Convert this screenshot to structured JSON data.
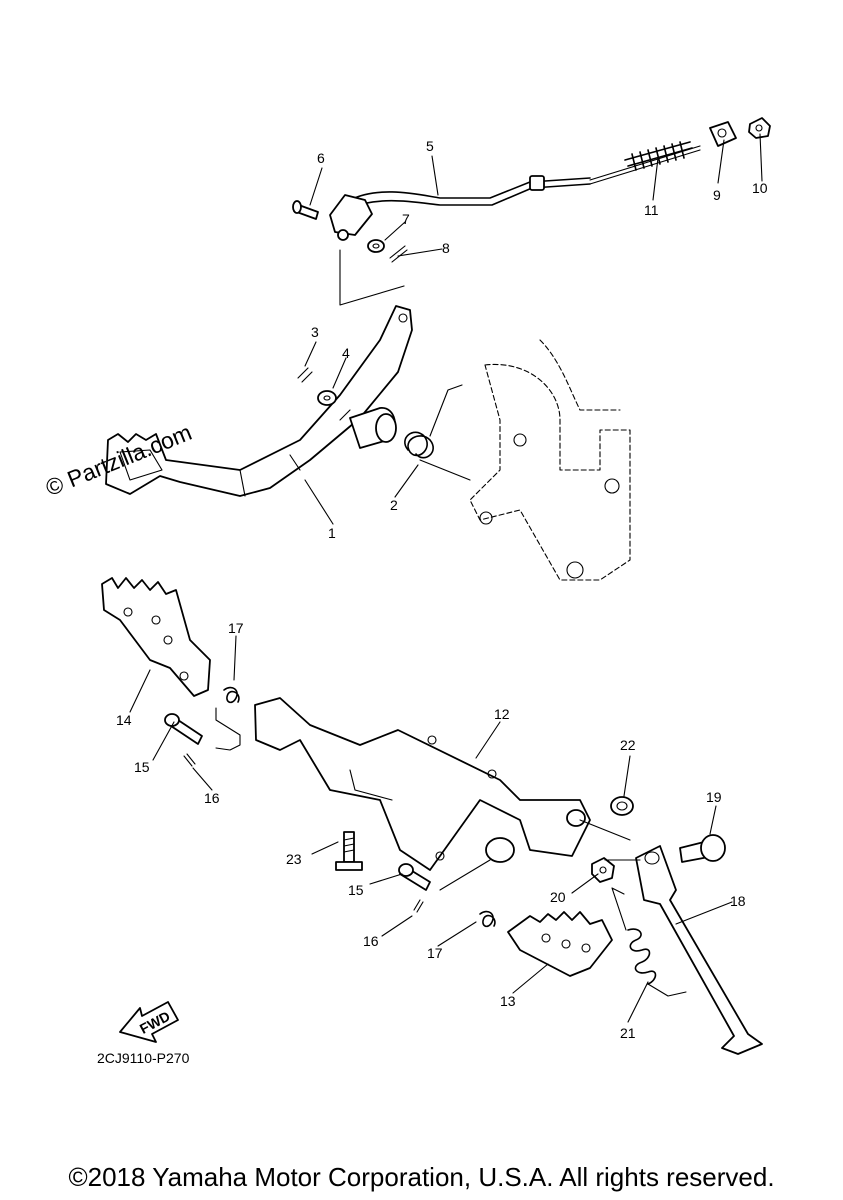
{
  "watermark": "© Partzilla.com",
  "diagram_code": "2CJ9110-P270",
  "fwd_label": "FWD",
  "copyright": "©2018 Yamaha Motor Corporation, U.S.A. All rights reserved.",
  "callouts": {
    "c1": "1",
    "c2": "2",
    "c3": "3",
    "c4": "4",
    "c5": "5",
    "c6": "6",
    "c7": "7",
    "c8": "8",
    "c9": "9",
    "c10": "10",
    "c11": "11",
    "c12": "12",
    "c13": "13",
    "c14": "14",
    "c15a": "15",
    "c15b": "15",
    "c16a": "16",
    "c16b": "16",
    "c17a": "17",
    "c17b": "17",
    "c18": "18",
    "c19": "19",
    "c20": "20",
    "c21": "21",
    "c22": "22",
    "c23": "23"
  }
}
